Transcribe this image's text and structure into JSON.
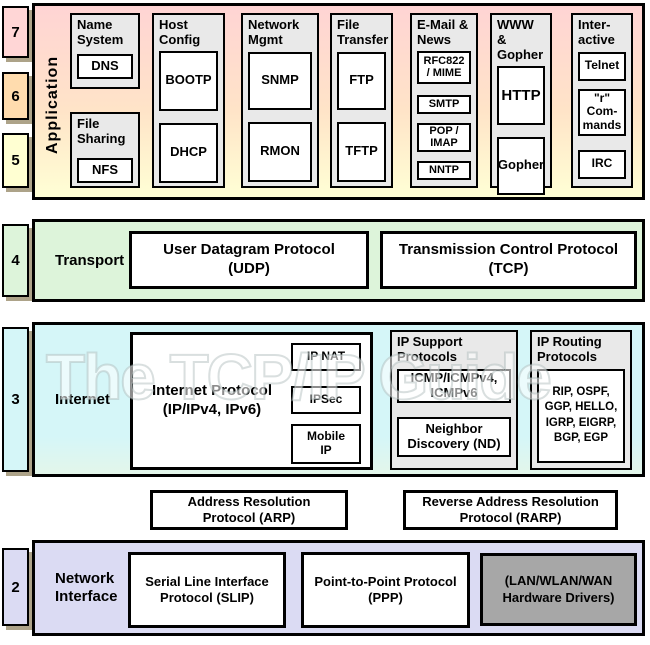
{
  "watermark": "The TCP/IP Guide",
  "colors": {
    "layer7_pink": "#ffd6d6",
    "layer6_peach": "#ffdcae",
    "layer5_yellow": "#ffffd2",
    "layer4_green": "#ddf4da",
    "layer3_cyan": "#d5f6f8",
    "layer2_lavender": "#dbdbf3",
    "group_gray": "#e9e9e9",
    "hardware_gray": "#a7a7a7"
  },
  "layer_numbers": [
    "7",
    "6",
    "5",
    "4",
    "3",
    "2"
  ],
  "application": {
    "label": "Application",
    "groups": [
      {
        "heading": "Name\nSystem",
        "boxes": [
          "DNS"
        ]
      },
      {
        "heading": "File\nSharing",
        "boxes": [
          "NFS"
        ]
      },
      {
        "heading": "Host\nConfig",
        "boxes": [
          "BOOTP",
          "DHCP"
        ]
      },
      {
        "heading": "Network\nMgmt",
        "boxes": [
          "SNMP",
          "RMON"
        ]
      },
      {
        "heading": "File\nTransfer",
        "boxes": [
          "FTP",
          "TFTP"
        ]
      },
      {
        "heading": "E-Mail &\nNews",
        "boxes": [
          "RFC822\n/ MIME",
          "SMTP",
          "POP /\nIMAP",
          "NNTP"
        ]
      },
      {
        "heading": "WWW &\nGopher",
        "boxes": [
          "HTTP",
          "Gopher"
        ]
      },
      {
        "heading": "Inter-\nactive",
        "boxes": [
          "Telnet",
          "\"r\"\nCom-\nmands",
          "IRC"
        ]
      }
    ]
  },
  "transport": {
    "label": "Transport",
    "udp": "User Datagram Protocol\n(UDP)",
    "tcp": "Transmission Control Protocol\n(TCP)"
  },
  "internet": {
    "label": "Internet",
    "ip": {
      "title": "Internet Protocol\n(IP/IPv4, IPv6)",
      "sub_boxes": [
        "IP NAT",
        "IPSec",
        "Mobile\nIP"
      ]
    },
    "support": {
      "heading": "IP Support\nProtocols",
      "boxes": [
        "ICMP/ICMPv4,\nICMPv6",
        "Neighbor\nDiscovery (ND)"
      ]
    },
    "routing": {
      "heading": "IP Routing\nProtocols",
      "box": "RIP, OSPF,\nGGP, HELLO,\nIGRP, EIGRP,\nBGP, EGP"
    }
  },
  "resolution": {
    "arp": "Address Resolution\nProtocol (ARP)",
    "rarp": "Reverse Address Resolution\nProtocol (RARP)"
  },
  "network_interface": {
    "label": "Network\nInterface",
    "slip": "Serial Line Interface\nProtocol (SLIP)",
    "ppp": "Point-to-Point Protocol\n(PPP)",
    "hardware": "(LAN/WLAN/WAN\nHardware Drivers)"
  }
}
